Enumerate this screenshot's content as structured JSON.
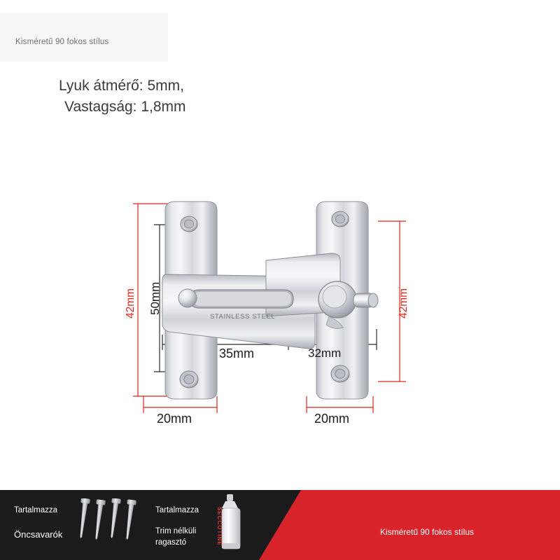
{
  "page": {
    "top_label": "Kisméretű 90 fokos stílus",
    "spec_line_1": "Lyuk átmérő: 5mm,",
    "spec_line_2": "Vastagság: 1,8mm"
  },
  "dimensions": {
    "left_outer_height": "42mm",
    "left_inner_height": "50mm",
    "right_outer_height": "42mm",
    "bottom_left_width": "35mm",
    "bottom_right_width": "32mm",
    "foot_left_width": "20mm",
    "foot_right_width": "20mm"
  },
  "product": {
    "engraving": "STAINLESS STEEL"
  },
  "banner": {
    "includes_label_1": "Tartalmazza",
    "includes_item_1": "Öncsavarók",
    "includes_label_2": "Tartalmazza",
    "includes_item_2": "Trim nélküli\nragasztó",
    "glue_brand": "SECCOTINE",
    "product_tag": "Kisméretű 90 fokos stílus"
  },
  "colors": {
    "dimension_red": "#e2231a",
    "banner_red": "#d8232a",
    "banner_dark": "#1b1b1b",
    "metal_light": "#e9eaec",
    "metal_mid": "#c3c6cb",
    "metal_dark": "#9aa0a6"
  }
}
